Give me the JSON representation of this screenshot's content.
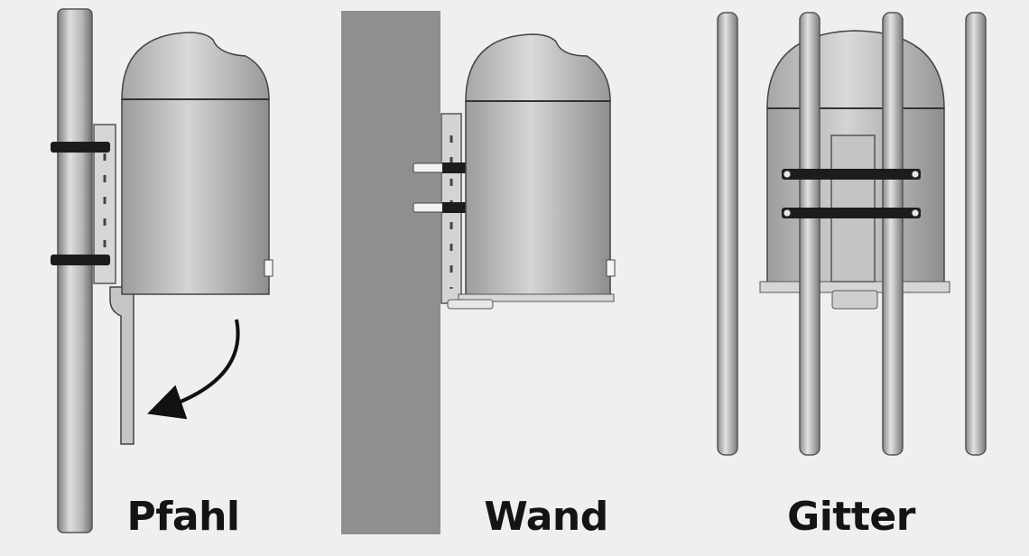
{
  "captions": {
    "pole": "Pfahl",
    "wall": "Wand",
    "grille": "Gitter"
  },
  "colors": {
    "background": "#efefed",
    "bin": "#b9b9b7",
    "wall": "#8f8f8d",
    "strap": "#1c1c1c",
    "outline": "#222222"
  }
}
